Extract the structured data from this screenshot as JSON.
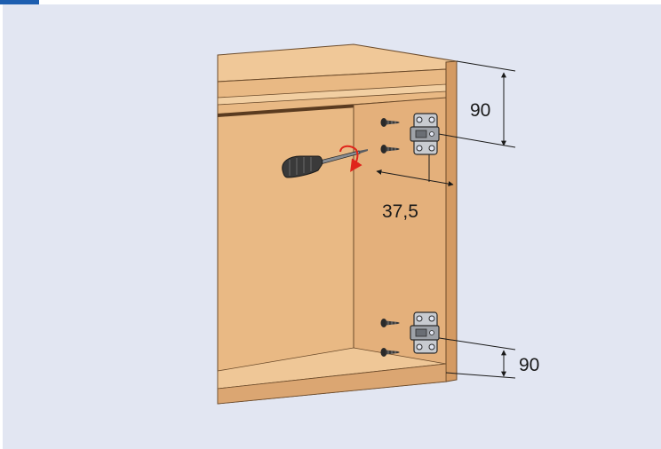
{
  "dimensions": {
    "top_distance": "90",
    "edge_distance": "37,5",
    "bottom_distance": "90"
  },
  "colors": {
    "background": "#e2e6f2",
    "accent_tab": "#1d5eb0",
    "wood_face": "#e9b984",
    "wood_side": "#dba672",
    "wood_edge": "#f0c898",
    "rotation_arrow": "#e0251b",
    "screwdriver_handle": "#3a3a3a"
  },
  "icons": {
    "hinge": "hinge-mounting-plate-icon",
    "screw": "screw-icon",
    "tool": "screwdriver-icon",
    "rotation": "clockwise-arrow-icon"
  }
}
